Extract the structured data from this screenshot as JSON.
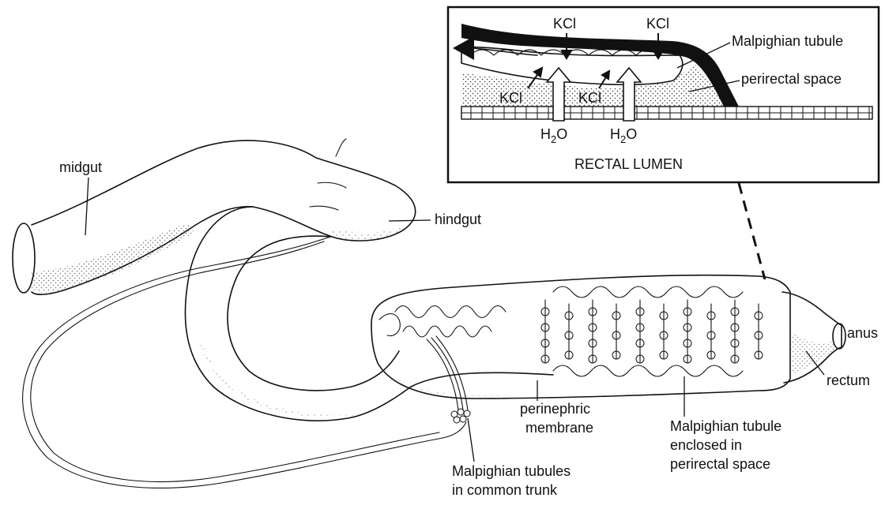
{
  "labels": {
    "midgut": "midgut",
    "hindgut": "hindgut",
    "anus": "anus",
    "rectum": "rectum",
    "perinephric_membrane": [
      "perinephric",
      "membrane"
    ],
    "malpighian_enclosed": [
      "Malpighian tubule",
      "enclosed in",
      "perirectal space"
    ],
    "malpighian_trunk": [
      "Malpighian tubules",
      "in common trunk"
    ]
  },
  "inset": {
    "title": "RECTAL LUMEN",
    "kcl": "KCl",
    "h2o_base": "H",
    "h2o_sub": "2",
    "h2o_tail": "O",
    "malpighian_tubule": "Malpighian tubule",
    "perirectal_space": "perirectal space"
  }
}
